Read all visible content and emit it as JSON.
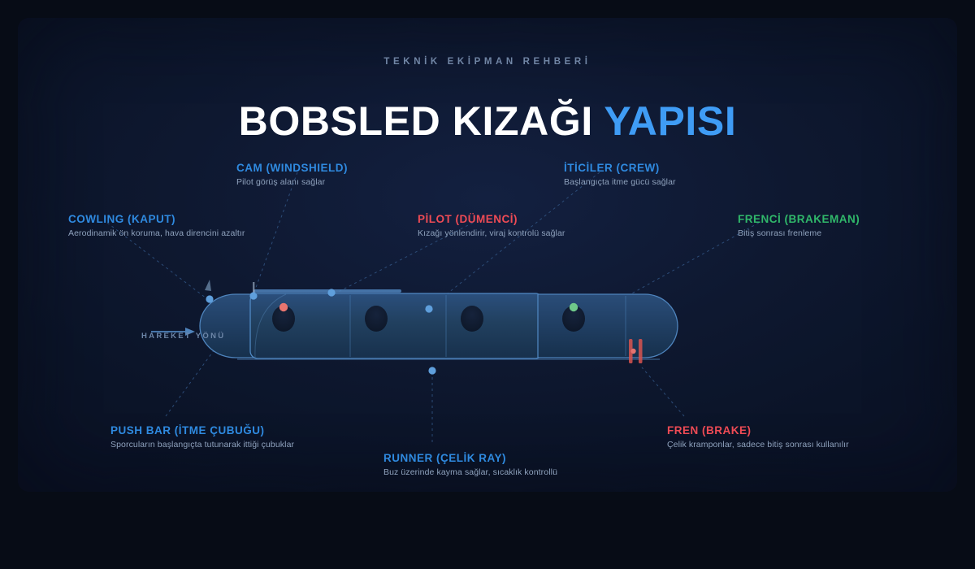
{
  "header": {
    "eyebrow": "TEKNİK EKİPMAN REHBERİ",
    "title_main": "BOBSLED KIZAĞI ",
    "title_accent": "YAPISI"
  },
  "diagram": {
    "direction_label": "HAREKET YÖNÜ",
    "colors": {
      "accent_blue": "#3f9cf5",
      "label_blue": "#2f8ae0",
      "label_red": "#ef4b55",
      "label_green": "#30b86a",
      "desc_grey": "#8fa2bd",
      "hull_stroke": "#4a7fb5",
      "hull_fill": "#1b3558",
      "seat_fill": "#101c32",
      "pilot_dot": "#e8756f",
      "brakeman_dot": "#6fc98a",
      "brake_bar": "#d9534f",
      "connector_dot": "#5f9fdc",
      "leader_line": "#2b4a74",
      "card_background": "#0e1830",
      "page_background": "#070c16"
    }
  },
  "callouts": [
    {
      "id": "cowling",
      "title": "COWLING (KAPUT)",
      "desc": "Aerodinamik ön koruma, hava direncini azaltır",
      "color": "blue"
    },
    {
      "id": "windshield",
      "title": "CAM (WINDSHIELD)",
      "desc": "Pilot görüş alanı sağlar",
      "color": "blue"
    },
    {
      "id": "pilot",
      "title": "PİLOT (DÜMENCİ)",
      "desc": "Kızağı yönlendirir, viraj kontrolü sağlar",
      "color": "red"
    },
    {
      "id": "crew",
      "title": "İTİCİLER (CREW)",
      "desc": "Başlangıçta itme gücü sağlar",
      "color": "blue"
    },
    {
      "id": "brakeman",
      "title": "FRENCİ (BRAKEMAN)",
      "desc": "Bitiş sonrası frenleme",
      "color": "green"
    },
    {
      "id": "pushbar",
      "title": "PUSH BAR (İTME ÇUBUĞU)",
      "desc": "Sporcuların başlangıçta tutunarak ittiği çubuklar",
      "color": "blue"
    },
    {
      "id": "runner",
      "title": "RUNNER (ÇELİK RAY)",
      "desc": "Buz üzerinde kayma sağlar, sıcaklık kontrollü",
      "color": "blue"
    },
    {
      "id": "brake",
      "title": "FREN (BRAKE)",
      "desc": "Çelik kramponlar, sadece bitiş sonrası kullanılır",
      "color": "red"
    }
  ]
}
